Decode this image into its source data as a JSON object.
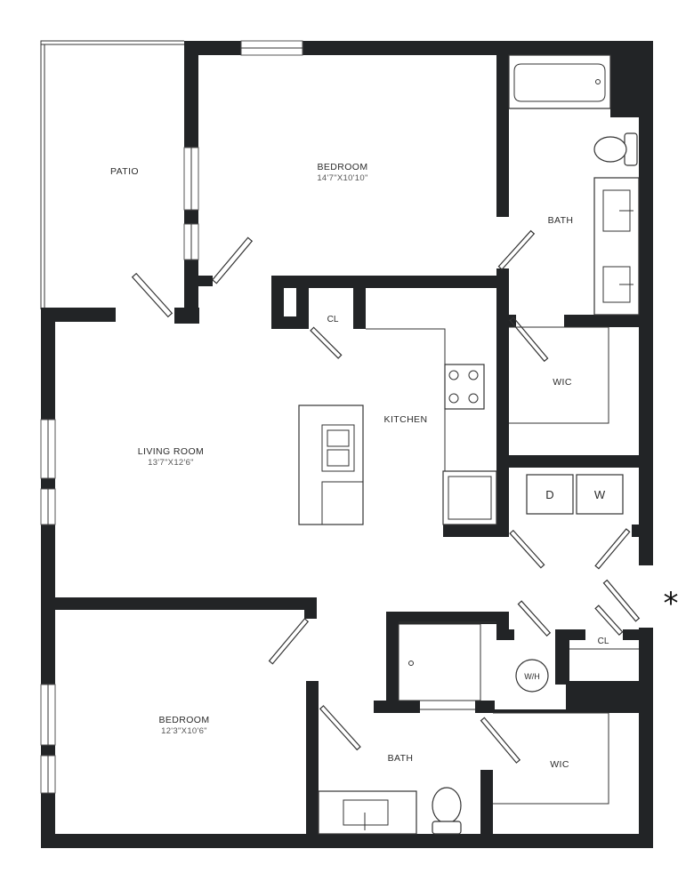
{
  "rooms": {
    "patio": {
      "label": "PATIO"
    },
    "bedroom_1": {
      "label": "BEDROOM",
      "dimensions": "14'7\"X10'10\""
    },
    "bath_1": {
      "label": "BATH"
    },
    "closet_1": {
      "label": "CL"
    },
    "kitchen": {
      "label": "KITCHEN"
    },
    "wic_1": {
      "label": "WIC"
    },
    "living_room": {
      "label": "LIVING ROOM",
      "dimensions": "13'7\"X12'6\""
    },
    "bedroom_2": {
      "label": "BEDROOM",
      "dimensions": "12'3\"X10'6\""
    },
    "bath_2": {
      "label": "BATH"
    },
    "wic_2": {
      "label": "WIC"
    },
    "closet_2": {
      "label": "CL"
    }
  },
  "appliances": {
    "dryer": "D",
    "washer": "W",
    "water_heater": "W/H"
  },
  "entry_marker": "*",
  "colors": {
    "wall": "#222426",
    "line": "#333333",
    "background": "#ffffff"
  }
}
